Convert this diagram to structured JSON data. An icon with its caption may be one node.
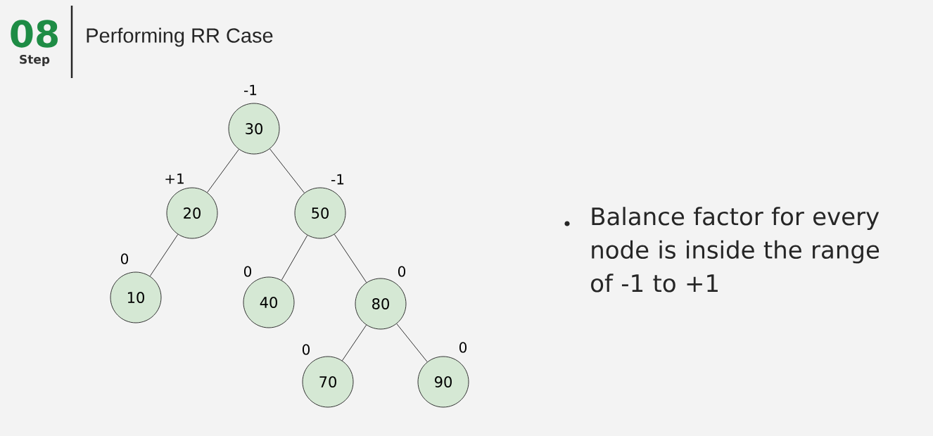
{
  "diagram": {
    "title": "Performing RR Case",
    "nodes": [
      {
        "text": [
          "30"
        ],
        "beside": [
          "-1"
        ]
      },
      {
        "text": [
          "20"
        ],
        "beside": [
          "+1"
        ]
      },
      {
        "text": [
          "50"
        ],
        "beside": [
          "-1"
        ]
      },
      {
        "text": [
          "10"
        ],
        "beside": [
          "0"
        ]
      },
      {
        "text": [
          "40"
        ],
        "beside": [
          "0"
        ]
      },
      {
        "text": [
          "80"
        ],
        "beside": [
          "0"
        ]
      },
      {
        "text": [
          "70"
        ],
        "beside": [
          "0"
        ]
      },
      {
        "text": [
          "90"
        ],
        "beside": [
          "0"
        ]
      }
    ],
    "edges": [
      {
        "from": 0,
        "to": 1,
        "arrow": "none"
      },
      {
        "from": 0,
        "to": 2,
        "arrow": "none"
      },
      {
        "from": 1,
        "to": 3,
        "arrow": "none"
      },
      {
        "from": 2,
        "to": 4,
        "arrow": "none"
      },
      {
        "from": 2,
        "to": 5,
        "arrow": "none"
      },
      {
        "from": 5,
        "to": 6,
        "arrow": "none"
      },
      {
        "from": 5,
        "to": 7,
        "arrow": "none"
      }
    ],
    "labels": [
      "08",
      "Step",
      "Balance factor for every node is inside the range of -1 to +1"
    ]
  }
}
